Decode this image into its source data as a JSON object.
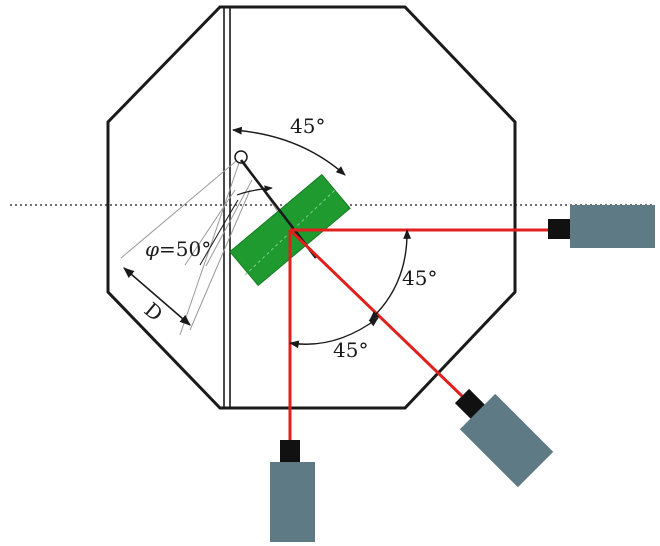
{
  "labels": {
    "angle_top": "45°",
    "angle_right": "45°",
    "angle_bottom": "45°",
    "phi_symbol": "φ",
    "phi_value": "=50°",
    "distance": "D"
  },
  "colors": {
    "chamber_outline": "#1a1a1a",
    "laser_beam": "#e0201c",
    "sample_plate": "#1f9a2f",
    "camera_body": "#5e7a84",
    "camera_lens": "#111111",
    "reference_line": "#1a1a1a",
    "construction_line": "#9a9a9a"
  },
  "icons": {
    "camera_right": "camera-icon",
    "camera_diagonal": "camera-icon",
    "camera_bottom": "camera-icon",
    "pivot": "circle-icon"
  }
}
